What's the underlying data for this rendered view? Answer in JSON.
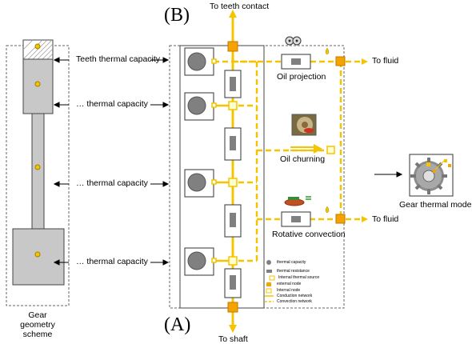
{
  "labels": {
    "a": "(A)",
    "b": "(B)",
    "teeth_contact": "To teeth contact",
    "shaft": "To shaft",
    "cap_teeth": "Teeth thermal capacity",
    "cap_generic": "… thermal capacity",
    "oil_projection": "Oil projection",
    "oil_churning": "Oil churning",
    "rotative_convection": "Rotative convection",
    "to_fluid": "To fluid",
    "gear_model": "Gear thermal model",
    "geometry_scheme": "Gear geometry scheme"
  },
  "legend": [
    "thermal capacity",
    "thermal resistance",
    "Internal thermal source",
    "external node",
    "Internal node",
    "Conduction network",
    "Convection network"
  ],
  "colors": {
    "network": "#f5c400",
    "external_node": "#f5a300",
    "element_gray": "#808080"
  }
}
